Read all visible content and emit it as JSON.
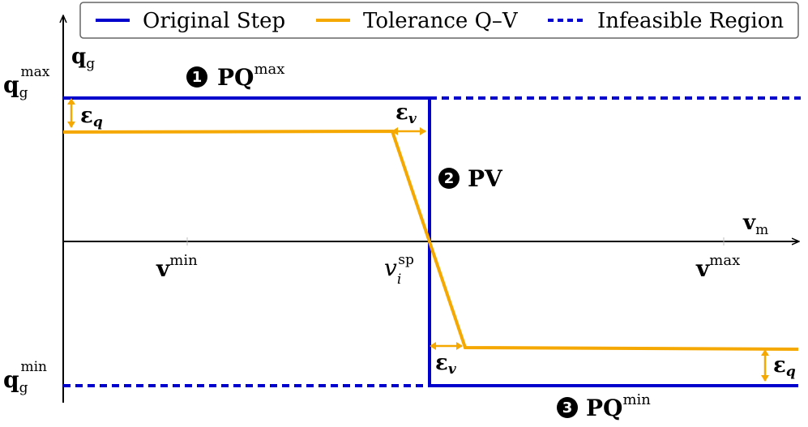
{
  "legend": {
    "items": [
      {
        "label": "Original Step",
        "color": "#0000cc",
        "style": "solid"
      },
      {
        "label": "Tolerance Q–V",
        "color": "#f5a800",
        "style": "solid"
      },
      {
        "label": "Infeasible Region",
        "color": "#0000cc",
        "style": "dotted"
      }
    ]
  },
  "axes": {
    "y_label_base": "q",
    "y_label_sub": "g",
    "x_label_base": "v",
    "x_label_sub": "m"
  },
  "y_ticks": {
    "qmax_base": "q",
    "qmax_sub": "g",
    "qmax_sup": "max",
    "qmin_base": "q",
    "qmin_sub": "g",
    "qmin_sup": "min"
  },
  "x_ticks": {
    "vmin_base": "v",
    "vmin_sup": "min",
    "vsp_base": "v",
    "vsp_sub": "i",
    "vsp_sup": "sp",
    "vmax_base": "v",
    "vmax_sup": "max"
  },
  "regions": [
    {
      "number": "1",
      "text": "PQ",
      "sup": "max"
    },
    {
      "number": "2",
      "text": "PV",
      "sup": ""
    },
    {
      "number": "3",
      "text": "PQ",
      "sup": "min"
    }
  ],
  "tolerances": {
    "eps_q_top": "ε",
    "eps_q_top_sub": "q",
    "eps_v_top": "ε",
    "eps_v_top_sub": "v",
    "eps_v_bottom": "ε",
    "eps_v_bottom_sub": "v",
    "eps_q_bottom": "ε",
    "eps_q_bottom_sub": "q"
  },
  "colors": {
    "original_step": "#0000cc",
    "tolerance": "#f5a800",
    "axis": "#000000"
  }
}
